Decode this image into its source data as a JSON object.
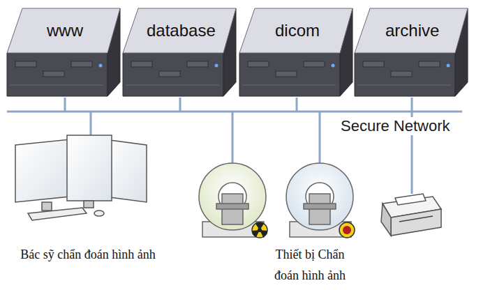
{
  "diagram": {
    "nodes": [
      {
        "text": [
          "www"
        ]
      },
      {
        "text": [
          "database"
        ]
      },
      {
        "text": [
          "dicom"
        ]
      },
      {
        "text": [
          "archive"
        ]
      }
    ],
    "labels": [
      "Secure Network",
      "Bác sỹ chẩn đoán hình ảnh",
      "Thiết bị Chẩn đoán hình ảnh"
    ]
  }
}
